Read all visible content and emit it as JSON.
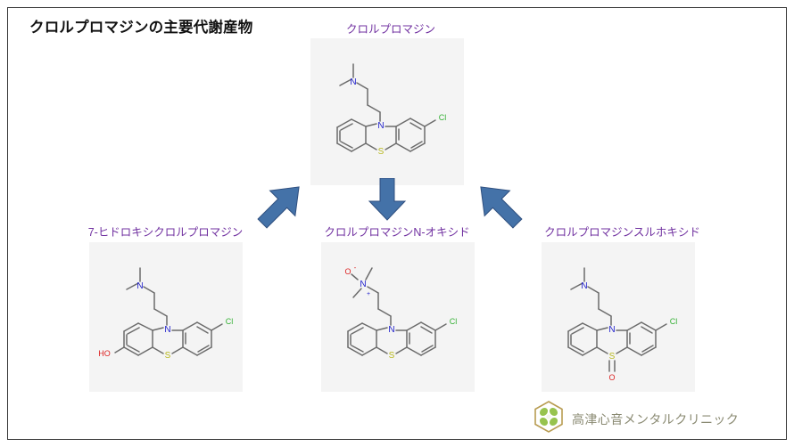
{
  "slide": {
    "title": "クロルプロマジンの主要代謝産物",
    "background_color": "#ffffff",
    "border_color": "#3a3a3a",
    "label_color": "#7030a0",
    "arrow_color": "#4472a8",
    "panel_background": "#f4f4f4"
  },
  "parent": {
    "label": "クロルプロマジン",
    "atoms": {
      "nitrogen": "N",
      "sulfur": "S",
      "chlorine": "Cl"
    }
  },
  "arrows": [
    {
      "name": "arrow-to-7-hydroxy",
      "direction": "down-left"
    },
    {
      "name": "arrow-to-n-oxide",
      "direction": "down"
    },
    {
      "name": "arrow-to-sulfoxide",
      "direction": "down-right"
    }
  ],
  "metabolites": [
    {
      "label": "7-ヒドロキシクロルプロマジン",
      "atoms": {
        "nitrogen": "N",
        "sulfur": "S",
        "chlorine": "Cl",
        "hydroxyl": "HO"
      }
    },
    {
      "label": "クロルプロマジンN-オキシド",
      "atoms": {
        "nitrogen": "N",
        "nitrogen_charge": "+",
        "sulfur": "S",
        "chlorine": "Cl",
        "oxygen": "O",
        "oxygen_charge": "-"
      }
    },
    {
      "label": "クロルプロマジンスルホキシド",
      "atoms": {
        "nitrogen": "N",
        "sulfur": "S",
        "chlorine": "Cl",
        "oxygen": "O"
      }
    }
  ],
  "logo": {
    "text": "高津心音メンタルクリニック",
    "icon": "hexagon-clover-icon",
    "hexagon_color": "#b89c52",
    "clover_color": "#8fbe3f",
    "text_color": "#8a8a72"
  },
  "colors": {
    "bond": "#6b6b6b",
    "nitrogen": "#2020cc",
    "sulfur": "#cccc20",
    "chlorine": "#33b033",
    "oxygen": "#dd2222"
  }
}
